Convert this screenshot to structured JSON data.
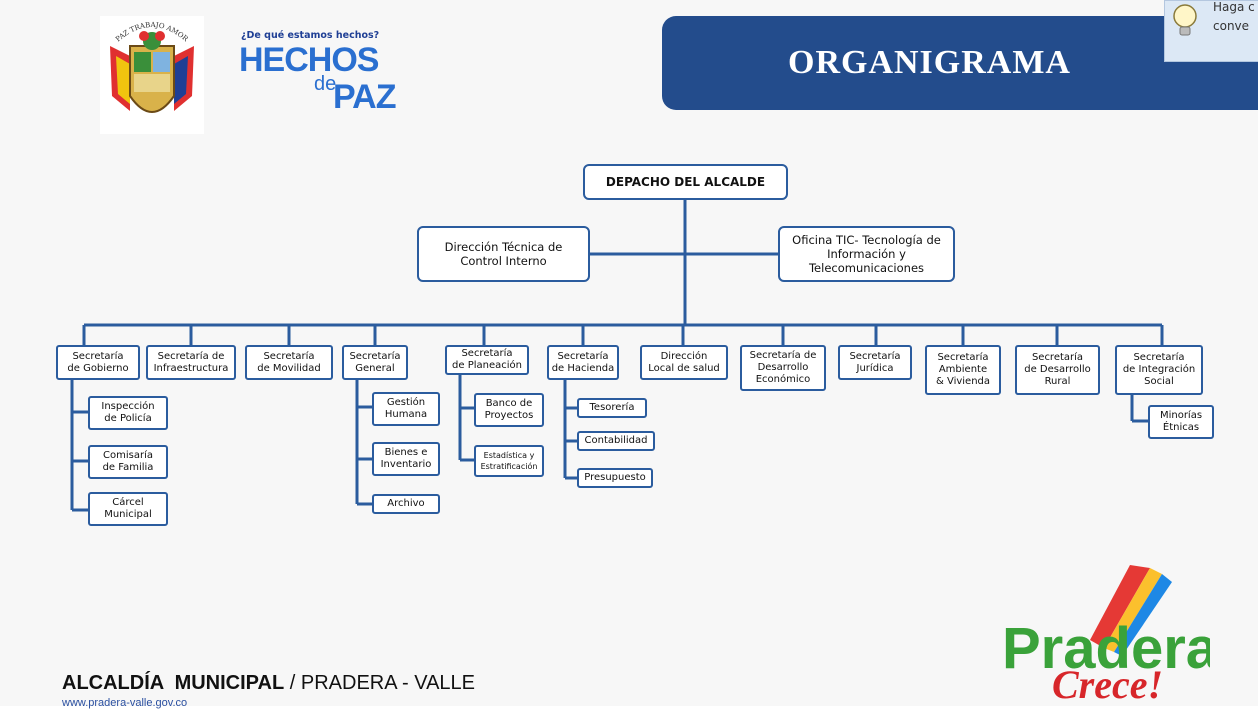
{
  "header": {
    "tagline": "¿De qué estamos hechos?",
    "brand_line1": "HECHOS",
    "brand_de": "de",
    "brand_line2": "PAZ",
    "shield_text": "PAZ TRABAJO AMOR",
    "banner_title": "ORGANIGRAMA"
  },
  "hint_popup": {
    "line1": "Haga c",
    "line2": "conve"
  },
  "org": {
    "top": "DEPACHO DEL ALCALDE",
    "left_staff": "Dirección Técnica de\nControl Interno",
    "right_staff": "Oficina TIC- Tecnología de\nInformación y\nTelecomunicaciones",
    "departments": [
      {
        "label": "Secretaría\nde Gobierno",
        "children": [
          "Inspección\nde Policía",
          "Comisaría\nde Familia",
          "Cárcel\nMunicipal"
        ]
      },
      {
        "label": "Secretaría de\nInfraestructura",
        "children": []
      },
      {
        "label": "Secretaría\nde Movilidad",
        "children": []
      },
      {
        "label": "Secretaría\nGeneral",
        "children": [
          "Gestión\nHumana",
          "Bienes e\nInventario",
          "Archivo"
        ]
      },
      {
        "label": "Secretaría\nde Planeación",
        "children": [
          "Banco de\nProyectos",
          "Estadística y\nEstratificación"
        ]
      },
      {
        "label": "Secretaría\nde Hacienda",
        "children": [
          "Tesorería",
          "Contabilidad",
          "Presupuesto"
        ]
      },
      {
        "label": "Dirección\nLocal de salud",
        "children": []
      },
      {
        "label": "Secretaría de\nDesarrollo\nEconómico",
        "children": []
      },
      {
        "label": "Secretaría\nJurídica",
        "children": []
      },
      {
        "label": "Secretaría\nAmbiente\n& Vivienda",
        "children": []
      },
      {
        "label": "Secretaría\nde Desarrollo\nRural",
        "children": []
      },
      {
        "label": "Secretaría\nde Integración\nSocial",
        "children": [
          "Minorías\nÉtnicas"
        ]
      }
    ]
  },
  "footer": {
    "municipality_bold": "ALCALDÍA  MUNICIPAL",
    "municipality_rest": " / PRADERA - VALLE",
    "url": "www.pradera-valle.gov.co"
  },
  "logo": {
    "word": "Pradera",
    "slogan": "Crece!"
  },
  "colors": {
    "banner": "#234c8c",
    "line": "#2b5c9e",
    "brand": "#2a6fd0",
    "logo_green": "#3aa23a",
    "logo_red": "#d7262a"
  }
}
